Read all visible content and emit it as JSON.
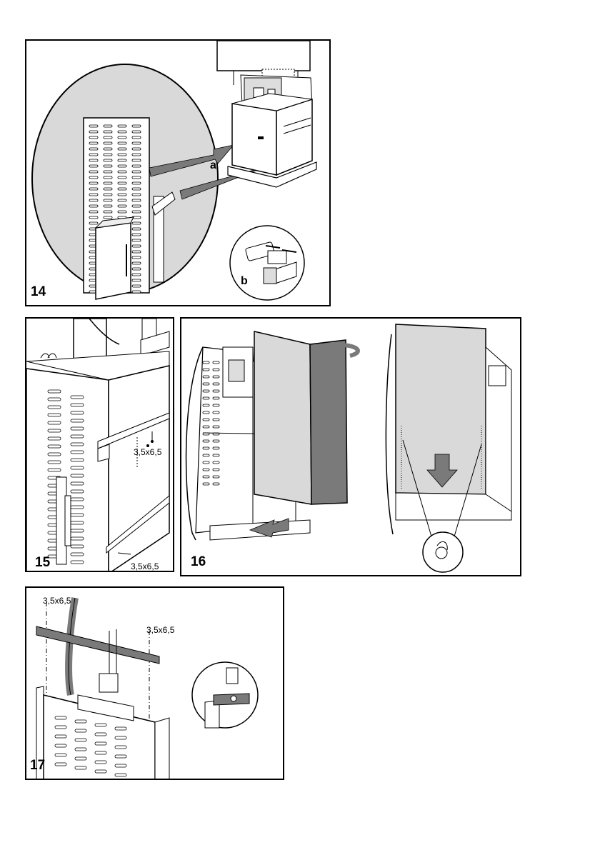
{
  "figures": {
    "fig14": {
      "number": "14",
      "callout_a": "a",
      "callout_b": "b"
    },
    "fig15": {
      "number": "15",
      "screw_upper": "3,5x6,5",
      "screw_lower": "3,5x6,5"
    },
    "fig16": {
      "number": "16"
    },
    "fig17": {
      "number": "17",
      "screw_left": "3,5x6,5",
      "screw_right": "3,5x6,5"
    }
  },
  "colors": {
    "line": "#000000",
    "panel_grey": "#d9d9d9",
    "arrow_grey": "#7a7a7a",
    "paper": "#ffffff"
  }
}
